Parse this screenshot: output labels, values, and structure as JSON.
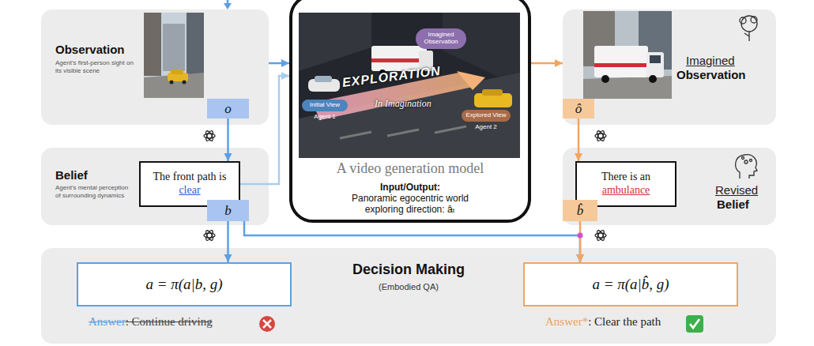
{
  "diagram": {
    "nodes": [
      {
        "text": [
          "Observation",
          "Agent's first-person sight on its visible scene"
        ]
      },
      {
        "text": [
          "o"
        ],
        "in": 0
      },
      {
        "text": [
          "A video generation model",
          "Input/Output:",
          "Panoramic egocentric world exploring direction: âₜ"
        ]
      },
      {
        "text": [
          "Imagined Observation"
        ],
        "in": 2
      },
      {
        "text": [
          "Initial View",
          "Agent 1"
        ],
        "in": 2
      },
      {
        "text": [
          "Explored View",
          "Agent 2"
        ],
        "in": 2
      },
      {
        "text": [
          "Imagined",
          "Observation"
        ]
      },
      {
        "text": [
          "ô"
        ],
        "in": 6
      },
      {
        "text": [
          "Belief",
          "Agent's mental perception of surrounding dynamics"
        ]
      },
      {
        "text": [
          "The front path is",
          "clear"
        ],
        "in": 8
      },
      {
        "text": [
          "b"
        ],
        "in": 8
      },
      {
        "text": [
          "Revised",
          "Belief"
        ]
      },
      {
        "text": [
          "There is an",
          "ambulance"
        ],
        "in": 11
      },
      {
        "text": [
          "b̂"
        ],
        "in": 11
      },
      {
        "text": [
          "Decision Making",
          "(Embodied QA)"
        ]
      },
      {
        "text": [
          "a = π(a|b, g)"
        ],
        "in": 14
      },
      {
        "text": [
          "a = π(a|b̂, g)"
        ],
        "in": 14
      }
    ],
    "edges": [
      {
        "from": 1,
        "to": 9,
        "arrow": "to"
      },
      {
        "from": 0,
        "to": 2,
        "arrow": "to"
      },
      {
        "from": 9,
        "to": 2,
        "arrow": "to"
      },
      {
        "from": 2,
        "to": 6,
        "arrow": "to"
      },
      {
        "from": 7,
        "to": 12,
        "arrow": "to"
      },
      {
        "from": 10,
        "to": 15,
        "arrow": "to"
      },
      {
        "from": 10,
        "to": 16,
        "arrow": "to"
      },
      {
        "from": 13,
        "to": 16,
        "arrow": "to"
      }
    ],
    "labels": [
      "EXPLORATION",
      "In Imagination",
      "Answer",
      ": Continue driving",
      "Answer*",
      ": Clear the path"
    ]
  }
}
